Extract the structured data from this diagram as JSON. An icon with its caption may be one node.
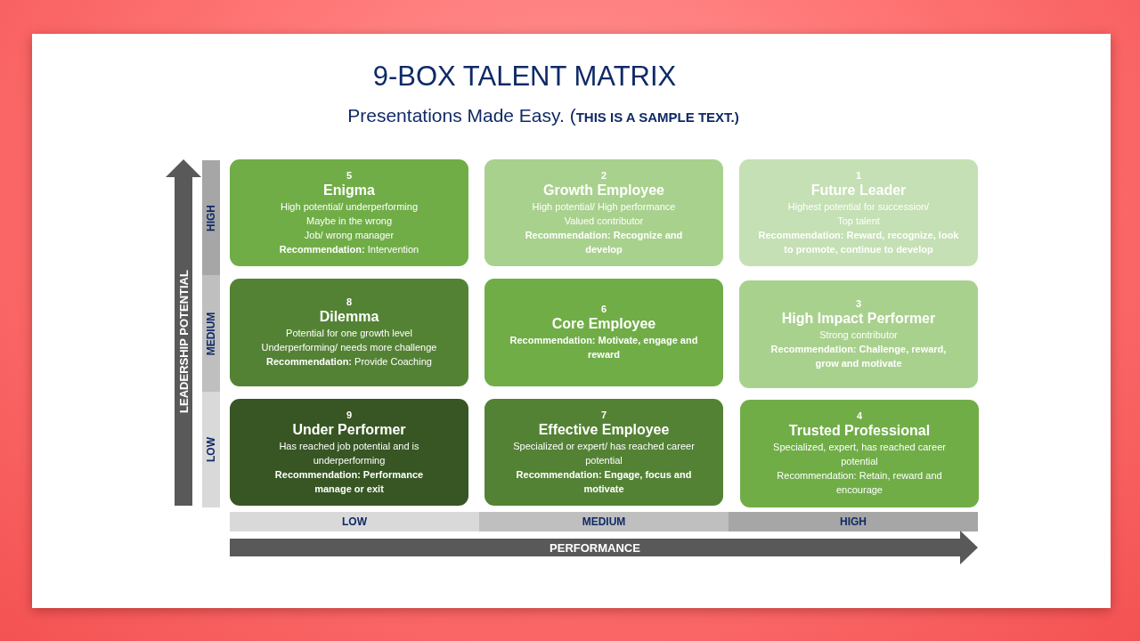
{
  "diagram": {
    "title": "9-BOX TALENT MATRIX",
    "nodes": [
      {
        "text": [
          "LEADERSHIP POTENTIAL"
        ]
      },
      {
        "text": [
          "HIGH"
        ]
      },
      {
        "text": [
          "5",
          "Enigma",
          "High potential/ underperforming",
          "Maybe in the wrong",
          "Job/ wrong manager",
          "**Recommendation:** Intervention"
        ]
      },
      {
        "text": [
          "2",
          "Growth Employee",
          "High potential/ High performance",
          "Valued contributor",
          "Recommendation: Recognize and develop"
        ]
      },
      {
        "text": [
          "1",
          "Future Leader",
          "Highest potential for succession/",
          "Top talent",
          "Recommendation: Reward, recognize, look to promote, continue to develop"
        ]
      },
      {
        "text": [
          "MEDIUM"
        ]
      },
      {
        "text": [
          "8",
          "Dilemma",
          "Potential for one growth level",
          "Underperforming/ needs more challenge",
          "**Recommendation:** Provide Coaching"
        ]
      },
      {
        "text": [
          "6",
          "Core Employee",
          "Recommendation: Motivate, engage and reward"
        ]
      },
      {
        "text": [
          "3",
          "High Impact Performer",
          "Strong contributor",
          "Recommendation: Challenge, reward, grow and motivate"
        ]
      },
      {
        "text": [
          "LOW"
        ]
      },
      {
        "text": [
          "9",
          "Under Performer",
          "Has reached job potential and is underperforming",
          "Recommendation: Performance manage or exit"
        ]
      },
      {
        "text": [
          "7",
          "Effective Employee",
          "Specialized or expert/ has reached career potential",
          "Recommendation: Engage, focus and motivate"
        ]
      },
      {
        "text": [
          "4",
          "Trusted Professional",
          "Specialized, expert, has reached career potential",
          "Recommendation: Retain, reward and encourage"
        ]
      },
      {
        "text": [
          "LOW"
        ]
      },
      {
        "text": [
          "MEDIUM"
        ]
      },
      {
        "text": [
          "HIGH"
        ]
      },
      {
        "text": [
          "PERFORMANCE"
        ]
      }
    ],
    "labels": [
      "Presentations Made Easy. (**THIS IS A SAMPLE TEXT.)**"
    ]
  }
}
